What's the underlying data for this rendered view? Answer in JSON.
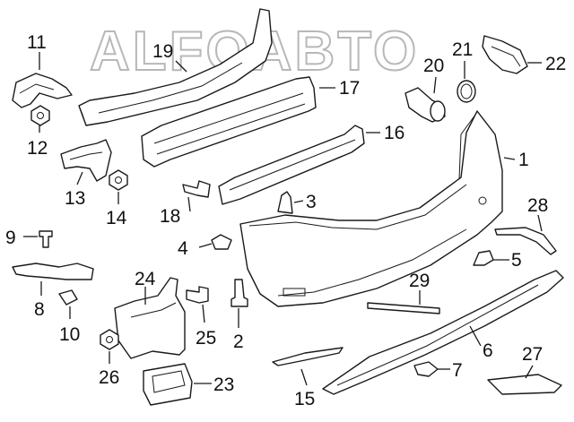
{
  "watermark": "ALFOABTO",
  "callouts": [
    {
      "id": "1",
      "label": "1"
    },
    {
      "id": "2",
      "label": "2"
    },
    {
      "id": "3",
      "label": "3"
    },
    {
      "id": "4",
      "label": "4"
    },
    {
      "id": "5",
      "label": "5"
    },
    {
      "id": "6",
      "label": "6"
    },
    {
      "id": "7",
      "label": "7"
    },
    {
      "id": "8",
      "label": "8"
    },
    {
      "id": "9",
      "label": "9"
    },
    {
      "id": "10",
      "label": "10"
    },
    {
      "id": "11",
      "label": "11"
    },
    {
      "id": "12",
      "label": "12"
    },
    {
      "id": "13",
      "label": "13"
    },
    {
      "id": "14",
      "label": "14"
    },
    {
      "id": "15",
      "label": "15"
    },
    {
      "id": "16",
      "label": "16"
    },
    {
      "id": "17",
      "label": "17"
    },
    {
      "id": "18",
      "label": "18"
    },
    {
      "id": "19",
      "label": "19"
    },
    {
      "id": "20",
      "label": "20"
    },
    {
      "id": "21",
      "label": "21"
    },
    {
      "id": "22",
      "label": "22"
    },
    {
      "id": "23",
      "label": "23"
    },
    {
      "id": "24",
      "label": "24"
    },
    {
      "id": "25",
      "label": "25"
    },
    {
      "id": "26",
      "label": "26"
    },
    {
      "id": "27",
      "label": "27"
    },
    {
      "id": "28",
      "label": "28"
    },
    {
      "id": "29",
      "label": "29"
    }
  ],
  "colors": {
    "line": "#1a1a1a",
    "watermark": "#b8b8b8",
    "background": "#ffffff"
  }
}
